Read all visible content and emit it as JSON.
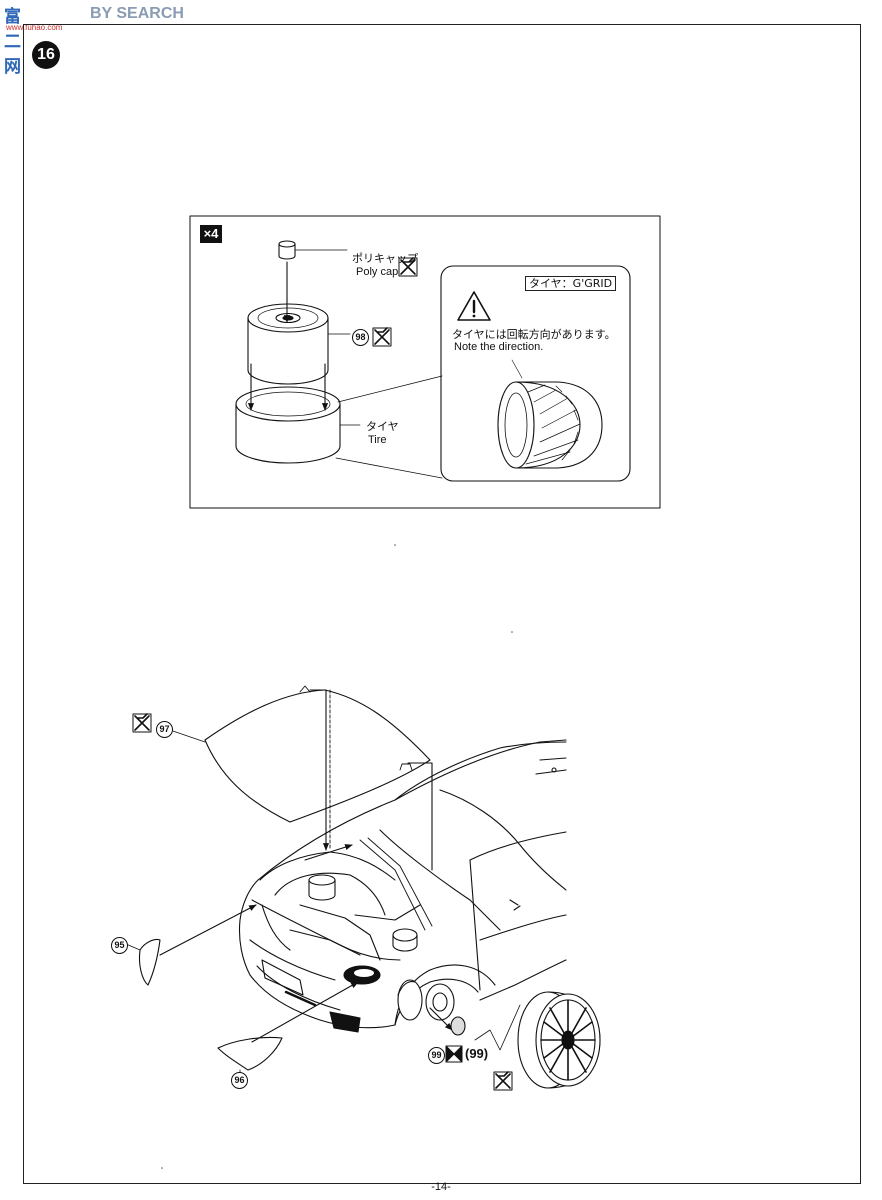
{
  "watermark": {
    "brand_cn": "富二网",
    "brand_en": "BY SEARCH",
    "url": "www.fuhao.com"
  },
  "step": {
    "number": "16"
  },
  "sub_assembly": {
    "quantity_badge": "×4",
    "poly_cap_jp": "ポリキャップ",
    "poly_cap_en": "Poly cap",
    "wheel_part": "98",
    "tire_jp": "タイヤ",
    "tire_en": "Tire"
  },
  "tire_note": {
    "box_label": "タイヤ：G'GRID",
    "warning_jp": "タイヤには回転方向があります。",
    "warning_en": "Note the direction."
  },
  "main_assembly": {
    "hood_part": "97",
    "left_light_part": "95",
    "front_light_part": "96",
    "wheel_part": "99",
    "wheel_part_alt": "(99)"
  },
  "page_number": "-14-"
}
